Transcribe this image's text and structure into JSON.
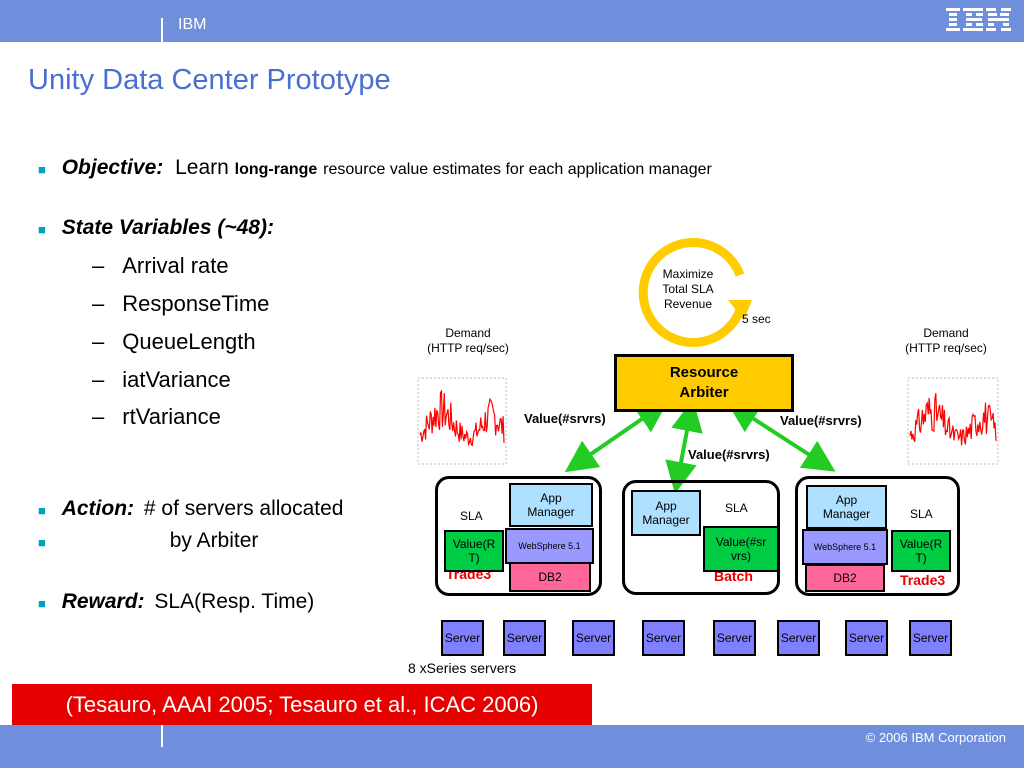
{
  "header": {
    "company": "IBM"
  },
  "slide": {
    "title": "Unity Data Center Prototype",
    "objective": {
      "label": "Objective:",
      "learn": "Learn",
      "emph": "long-range",
      "rest": "resource value estimates for each application manager"
    },
    "state": {
      "label": "State Variables (~48):",
      "items": [
        "Arrival rate",
        "ResponseTime",
        "QueueLength",
        "iatVariance",
        "rtVariance"
      ]
    },
    "action": {
      "label": "Action:",
      "text": "# of servers allocated",
      "text2": "by Arbiter"
    },
    "reward": {
      "label": "Reward:",
      "text": "SLA(Resp. Time)"
    },
    "citation": "(Tesauro, AAAI 2005; Tesauro et al., ICAC 2006)"
  },
  "diagram": {
    "cycle": "Maximize Total SLA Revenue",
    "cycle_lines": [
      "Maximize",
      "Total SLA",
      "Revenue"
    ],
    "interval": "5 sec",
    "arbiter_lines": [
      "Resource",
      "Arbiter"
    ],
    "demand_lines": [
      "Demand",
      "(HTTP req/sec)"
    ],
    "value_label": "Value(#srvrs)",
    "sla": "SLA",
    "app_manager_lines": [
      "App",
      "Manager"
    ],
    "websphere": "WebSphere 5.1",
    "db2": "DB2",
    "value_rt_lines": [
      "Value(R",
      "T)"
    ],
    "value_srvrs_lines": [
      "Value(#sr",
      "vrs)"
    ],
    "trade3": "Trade3",
    "batch": "Batch",
    "server": "Server",
    "servers_caption": "8 xSeries servers",
    "colors": {
      "arbiter": "#ffcc00",
      "app_manager": "#b0e0ff",
      "websphere": "#9999ff",
      "db2": "#ff6699",
      "value": "#00cc44",
      "server": "#8080ff",
      "arrow": "#22cc22",
      "demand": "#ff0000"
    }
  },
  "footer": {
    "copyright": "© 2006 IBM Corporation"
  }
}
